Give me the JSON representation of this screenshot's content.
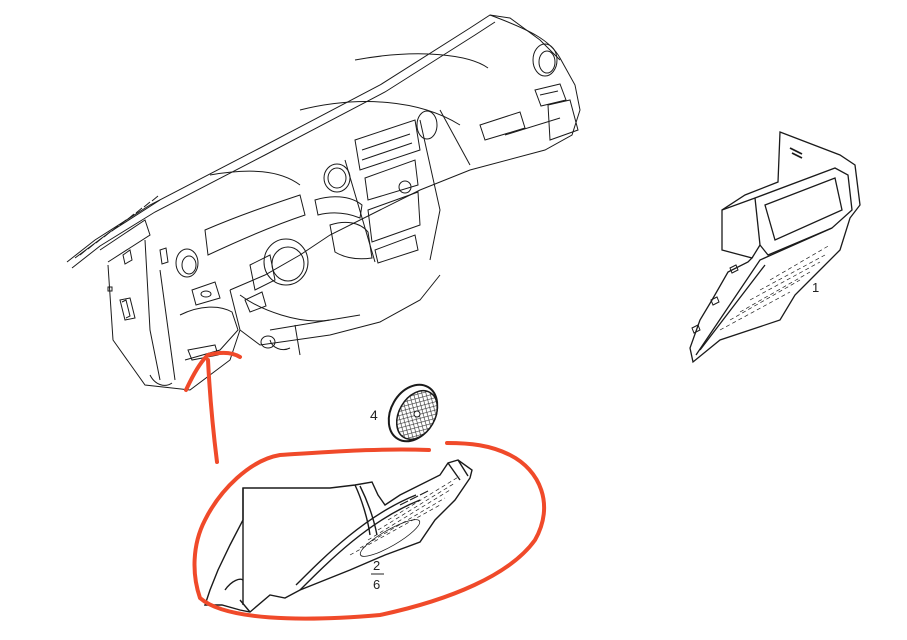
{
  "diagram": {
    "type": "exploded parts diagram",
    "subject": "vehicle dashboard / instrument panel with lower trim parts",
    "parts": [
      {
        "id": "dashboard",
        "label": "",
        "description": "Dashboard assembly (instrument panel)"
      },
      {
        "id": "part-1",
        "label": "1",
        "description": "Glovebox / storage compartment trim"
      },
      {
        "id": "part-4",
        "label": "4",
        "description": "Round speaker grille"
      },
      {
        "id": "part-2-6",
        "label_numerator": "2",
        "label_denominator": "6",
        "description": "Lower dashboard side trim panel"
      }
    ],
    "annotations": [
      {
        "type": "arrow",
        "color": "#f04a2a",
        "description": "Hand-drawn arrow pointing from part 2/6 up to lower left of dashboard"
      },
      {
        "type": "loop",
        "color": "#f04a2a",
        "description": "Hand-drawn loop circling part 2/6"
      }
    ],
    "colors": {
      "line": "#1a1a1a",
      "annotation": "#f04a2a",
      "background": "#ffffff"
    }
  }
}
